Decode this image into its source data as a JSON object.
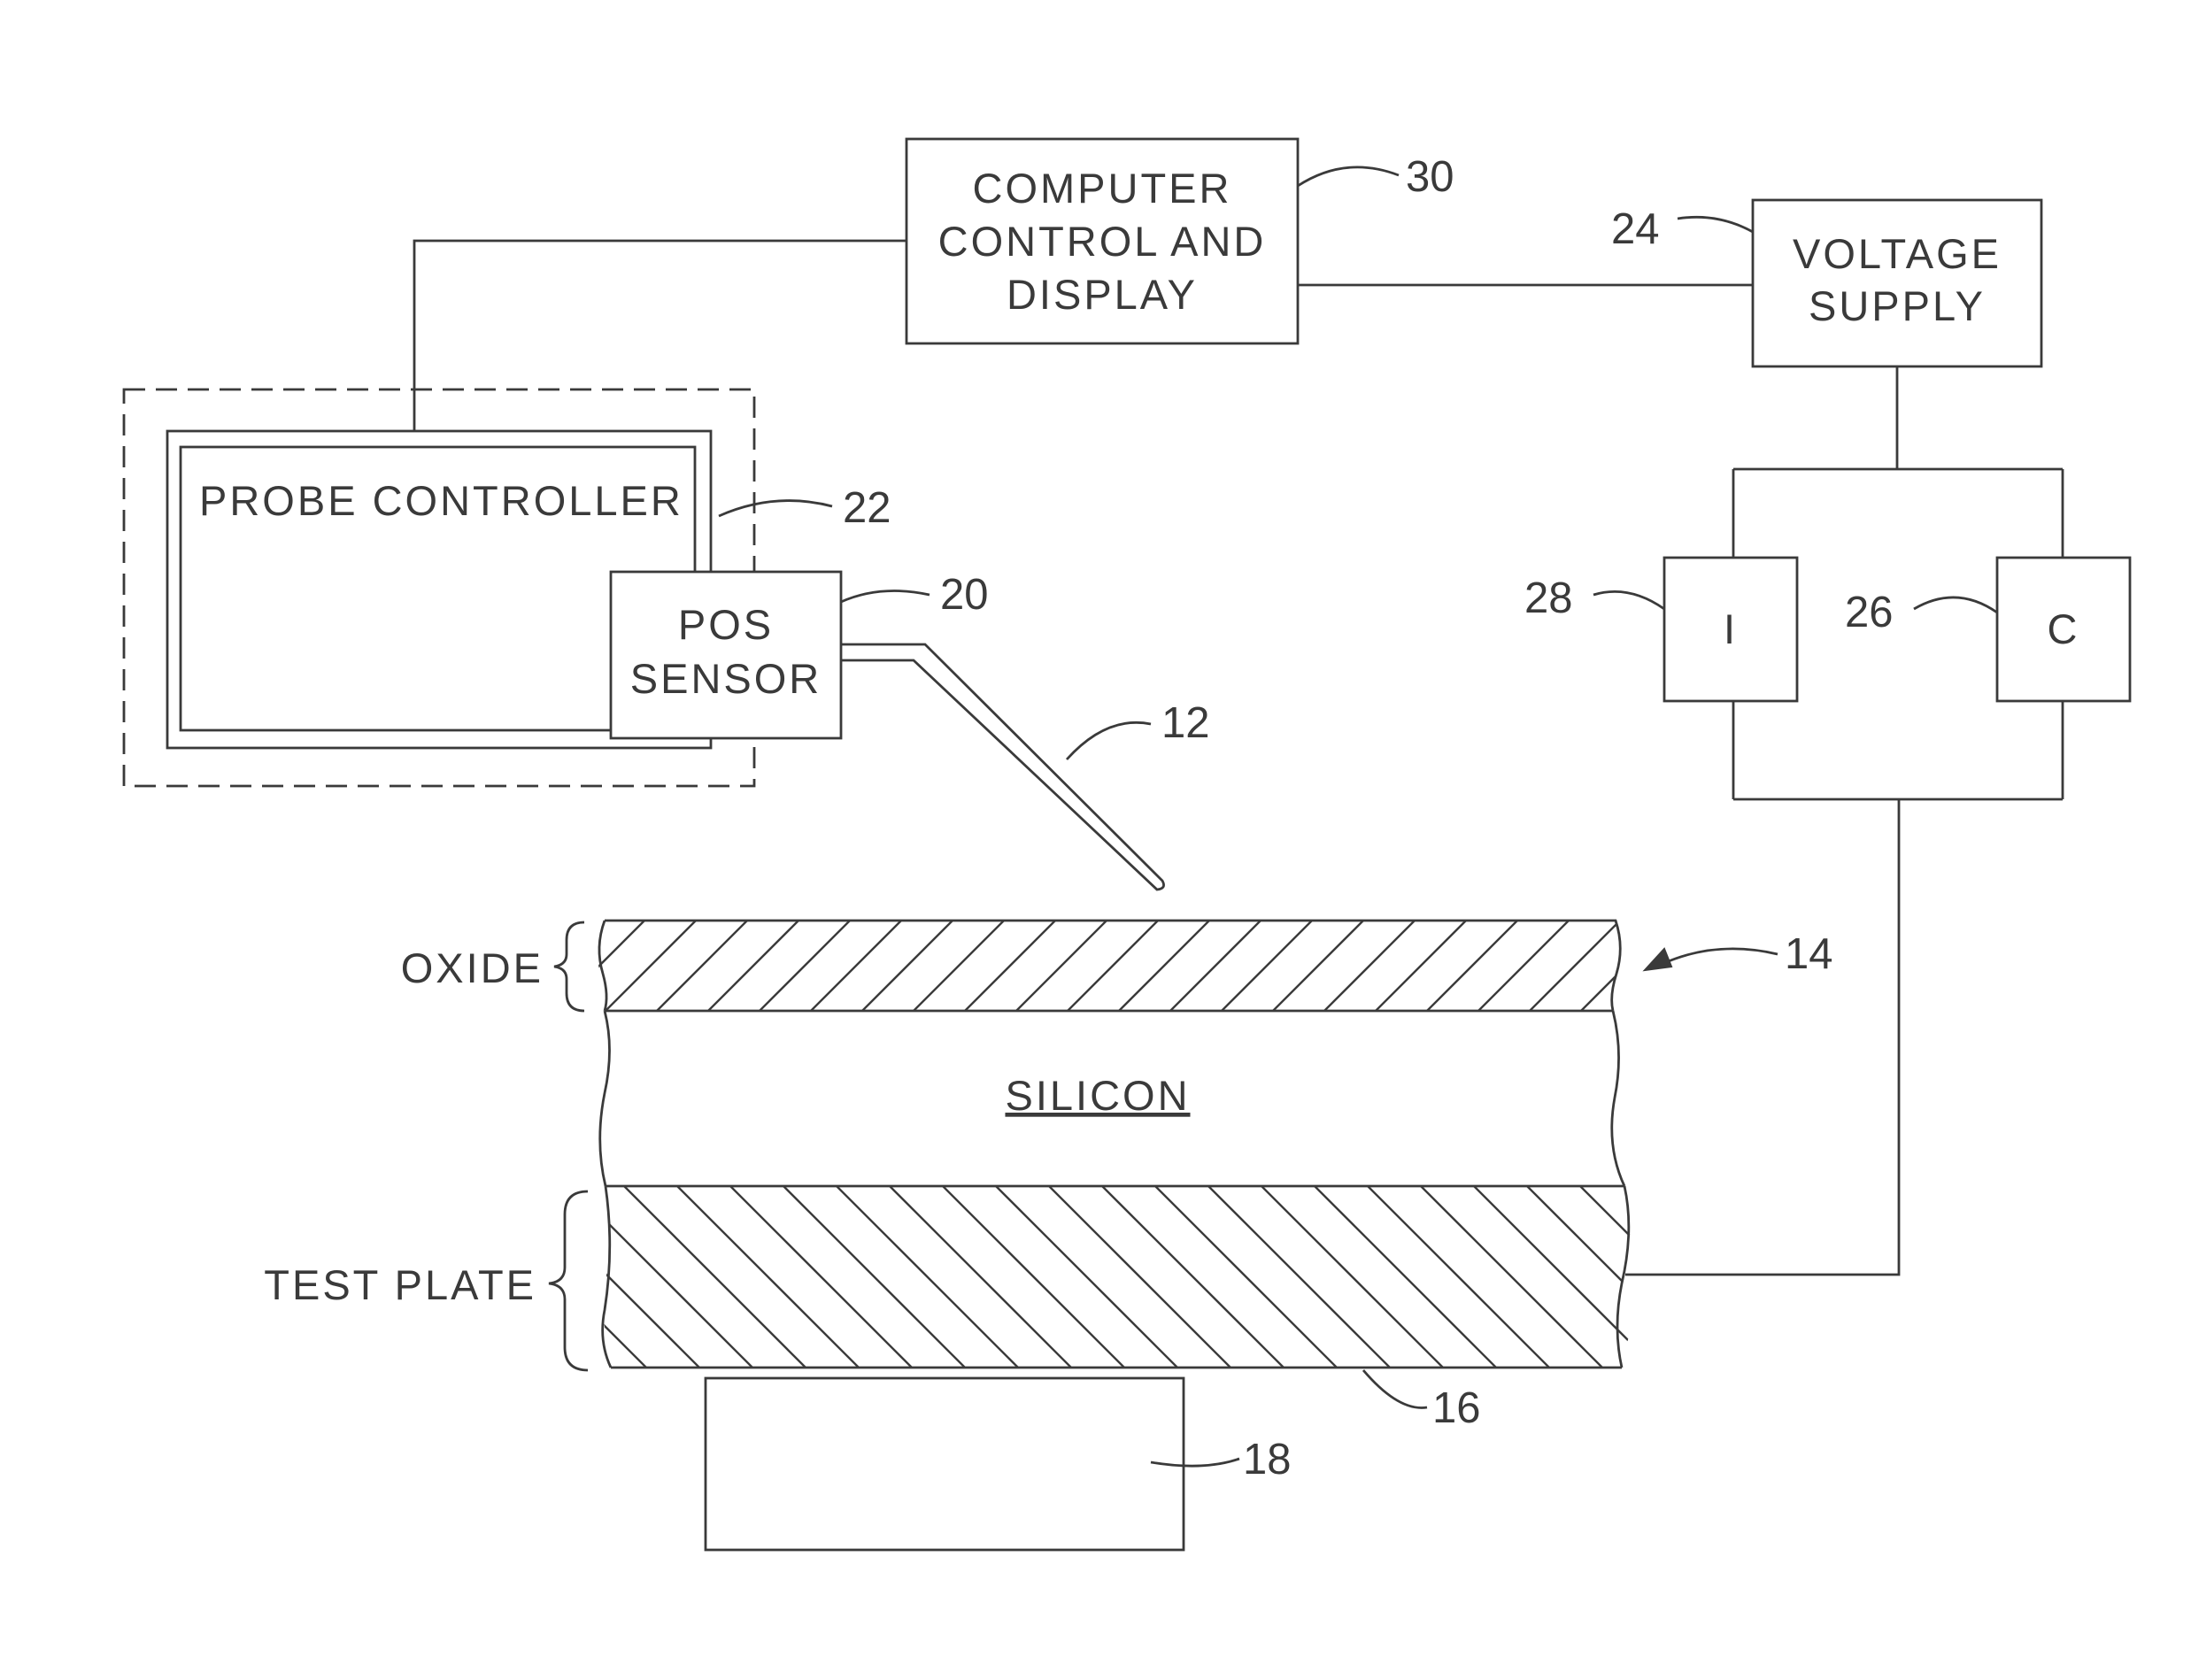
{
  "blocks": {
    "computer": [
      "COMPUTER",
      "CONTROL  AND",
      "DISPLAY"
    ],
    "voltage_supply": [
      "VOLTAGE",
      "SUPPLY"
    ],
    "probe_controller": "PROBE  CONTROLLER",
    "pos_sensor": [
      "POS",
      "SENSOR"
    ],
    "current_meter": "I",
    "capacitance_meter": "C"
  },
  "layers": {
    "oxide": "OXIDE",
    "silicon": "SILICON",
    "test_plate": "TEST  PLATE"
  },
  "refs": {
    "r12": "12",
    "r14": "14",
    "r16": "16",
    "r18": "18",
    "r20": "20",
    "r22": "22",
    "r24": "24",
    "r26": "26",
    "r28": "28",
    "r30": "30"
  }
}
